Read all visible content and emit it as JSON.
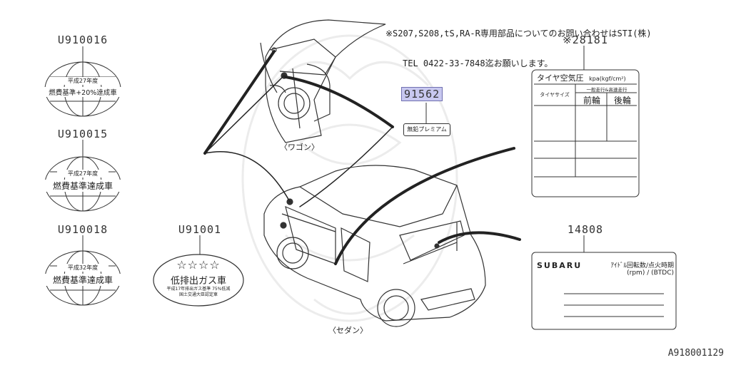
{
  "header_note": {
    "line1": "※S207,S208,tS,RA-R専用部品についてのお問い合わせはSTI(株)",
    "line2": "TEL 0422-33-7848迄お願いします。"
  },
  "parts": {
    "u910016": {
      "number": "U910016",
      "year_text": "平成27年度",
      "body_text": "燃費基準+20%達成車"
    },
    "u910015": {
      "number": "U910015",
      "year_text": "平成27年度",
      "body_text": "燃費基準達成車"
    },
    "u910018": {
      "number": "U910018",
      "year_text": "平成32年度",
      "body_text": "燃費基準達成車"
    },
    "u91001": {
      "number": "U91001",
      "stars": "☆☆☆☆",
      "body_text": "低排出ガス車",
      "small_line1": "平成17年排出ガス基準 75%低減",
      "small_line2": "国土交通大臣認定車"
    },
    "p91562": {
      "number": "91562",
      "label_text": "無鉛プレミアム"
    },
    "p28181": {
      "number": "※28181",
      "title": "タイヤ空気圧",
      "unit": "kpa(kgf/cm²)",
      "header_right": "一般走行&高速走行",
      "col_size": "タイヤサイズ",
      "col_front": "前輪",
      "col_rear": "後輪"
    },
    "p14808": {
      "number": "14808",
      "brand": "SUBARU",
      "line1": "ｱｲﾄﾞﾙ回転数/点火時期",
      "line2": "(rpm) / (BTDC)"
    }
  },
  "captions": {
    "wagon": "〈ワゴン〉",
    "sedan": "〈セダン〉"
  },
  "figure_id": "A918001129",
  "colors": {
    "line": "#222222",
    "highlight": "#c8c8f0",
    "watermark": "#ececec"
  }
}
